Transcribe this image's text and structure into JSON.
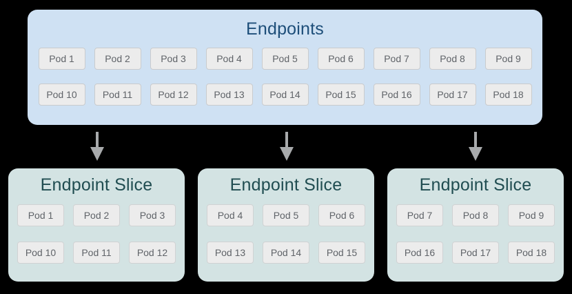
{
  "endpoints": {
    "title": "Endpoints",
    "pods_row1": [
      "Pod 1",
      "Pod 2",
      "Pod 3",
      "Pod 4",
      "Pod 5",
      "Pod 6",
      "Pod 7",
      "Pod 8",
      "Pod 9"
    ],
    "pods_row2": [
      "Pod 10",
      "Pod 11",
      "Pod 12",
      "Pod 13",
      "Pod 14",
      "Pod 15",
      "Pod 16",
      "Pod 17",
      "Pod 18"
    ]
  },
  "slices": [
    {
      "title": "Endpoint Slice",
      "pods_row1": [
        "Pod 1",
        "Pod 2",
        "Pod 3"
      ],
      "pods_row2": [
        "Pod 10",
        "Pod 11",
        "Pod 12"
      ]
    },
    {
      "title": "Endpoint Slice",
      "pods_row1": [
        "Pod 4",
        "Pod 5",
        "Pod 6"
      ],
      "pods_row2": [
        "Pod 13",
        "Pod 14",
        "Pod 15"
      ]
    },
    {
      "title": "Endpoint Slice",
      "pods_row1": [
        "Pod 7",
        "Pod 8",
        "Pod 9"
      ],
      "pods_row2": [
        "Pod 16",
        "Pod 17",
        "Pod 18"
      ]
    }
  ],
  "colors": {
    "page_background": "#000000",
    "endpoints_fill": "#cfe1f3",
    "endpoints_title_text": "#1d4e79",
    "slice_fill": "#d3e3e3",
    "slice_title_text": "#204d51",
    "pod_fill": "#ececec",
    "pod_border": "#c9cbcd",
    "pod_text": "#5f6368",
    "arrow": "#a8aaac"
  }
}
